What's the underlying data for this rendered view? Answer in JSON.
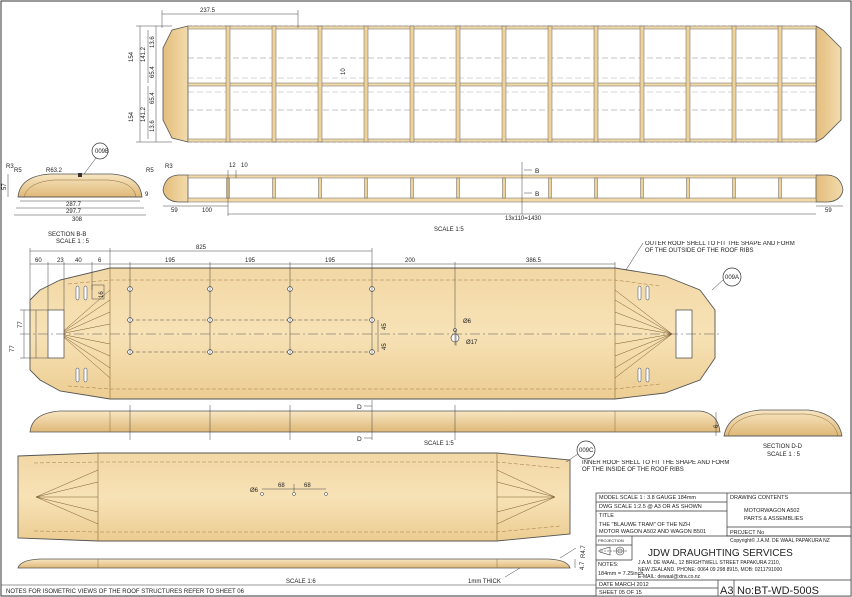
{
  "top_view": {
    "dims": {
      "d237": "237.5",
      "d154a": "154",
      "d154b": "154",
      "d141a": "141.2",
      "d141b": "141.2",
      "d136a": "13.6",
      "d136b": "13.6",
      "d654a": "65.4",
      "d654b": "65.4",
      "d10": "10"
    }
  },
  "side_view": {
    "dims": {
      "d59a": "59",
      "d100": "100",
      "d12": "12",
      "d10": "10",
      "d59b": "59",
      "pitch": "13x110=1430"
    },
    "section_mark": "B"
  },
  "section_bb": {
    "tag": "009B",
    "dims": {
      "r632": "R63.2",
      "r5a": "R5",
      "r5b": "R5",
      "r3a": "R3",
      "r3b": "R3",
      "d57": "57",
      "d9": "9",
      "d2877": "287.7",
      "d2977": "297.7",
      "d308": "308"
    },
    "title": "SECTION B-B",
    "scale": "SCALE 1 : 5"
  },
  "scale_top": "SCALE 1:5",
  "outer_shell": {
    "tag": "009A",
    "note": "OUTER ROOF SHELL TO FIT THE SHAPE AND FORM OF THE OUTSIDE OF THE ROOF RIBS",
    "dims": {
      "d825": "825",
      "d60": "60",
      "d23": "23",
      "d40": "40",
      "d6": "6",
      "d195a": "195",
      "d195b": "195",
      "d195c": "195",
      "d200": "200",
      "d3865": "386.5",
      "d16": "16",
      "d77a": "77",
      "d77b": "77",
      "d45a": "45",
      "d45b": "45",
      "dia6": "Ø6",
      "dia17": "Ø17"
    }
  },
  "outer_side": {
    "section_mark": "D",
    "scale": "SCALE 1:5"
  },
  "section_dd": {
    "d6": "6",
    "title": "SECTION D-D",
    "scale": "SCALE 1 : 5"
  },
  "inner_shell": {
    "tag": "009C",
    "note": "INNER ROOF SHELL TO FIT THE SHAPE AND FORM OF THE INSIDE OF THE ROOF RIBS",
    "dims": {
      "dia6": "Ø6",
      "d68a": "68",
      "d68b": "68",
      "r47": "R4.7",
      "d47": "4.7"
    },
    "thick_note": "1mm THICK",
    "scale": "SCALE 1:6"
  },
  "footer_note": "NOTES  FOR ISOMETRIC VIEWS OF THE ROOF STRUCTURES REFER TO SHEET 06",
  "title_block": {
    "model_scale": "MODEL SCALE 1 : 3.8 GAUGE 184mm",
    "dwg_scale": "DWG SCALE 1:2.5 @ A3 OR AS SHOWN",
    "title_label": "TITLE",
    "title_line1": "THE \"BLAUWE TRAM\" OF THE NZH",
    "title_line2": "MOTOR WAGON A502 AND WAGON B501",
    "contents_label": "DRAWING CONTENTS",
    "contents_line1": "MOTORWAGON A502",
    "contents_line2": "PARTS & ASSEMBLIES",
    "project_no": "PROJECT No",
    "copyright": "Copyright© J.A.M. DE WAAL PAPAKURA NZ",
    "projection": "PROJECTION",
    "company": "JDW DRAUGHTING SERVICES",
    "address1": "J.A.M. DE WAAL, 12 BRIGHTWELL STREET PAPAKURA 2110,",
    "address2": "NEW ZEALAND. PHONE: 0064 09 298 8915,  MOB: 0211791000",
    "email": "E-MAIL: dewaal@xtra.co.nz",
    "notes_label": "NOTES:",
    "notes_text": "184mm = 7.25inch",
    "date": "DATE  MARCH 2012",
    "sheet": "SHEET  05  OF  15",
    "size": "A3",
    "dwg_no": "No:BT-WD-500S"
  }
}
